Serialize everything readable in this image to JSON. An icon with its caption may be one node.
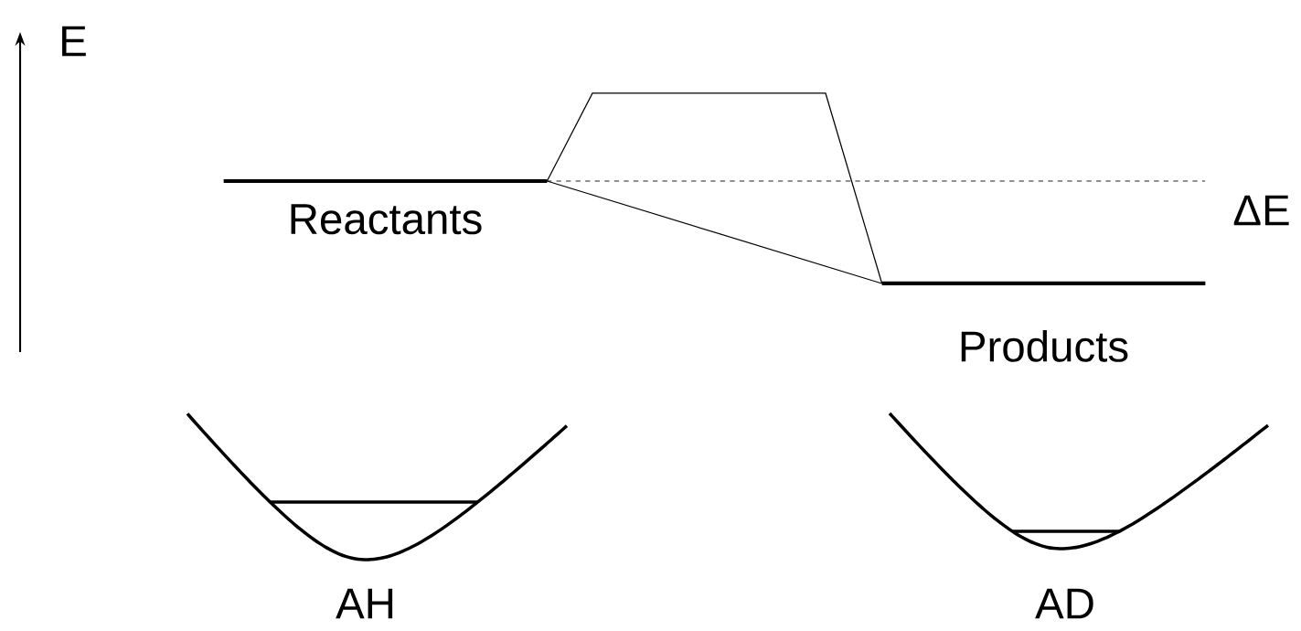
{
  "diagram": {
    "nodes": [
      {
        "text": [
          "Reactants"
        ]
      },
      {
        "text": [
          "Products"
        ]
      }
    ],
    "edges": [
      {
        "from": 0,
        "to": 1,
        "arrow": "none"
      },
      {
        "from": 0,
        "to": 1,
        "arrow": "none"
      }
    ],
    "labels": [
      "E",
      "ΔE",
      "AH",
      "AD"
    ]
  }
}
